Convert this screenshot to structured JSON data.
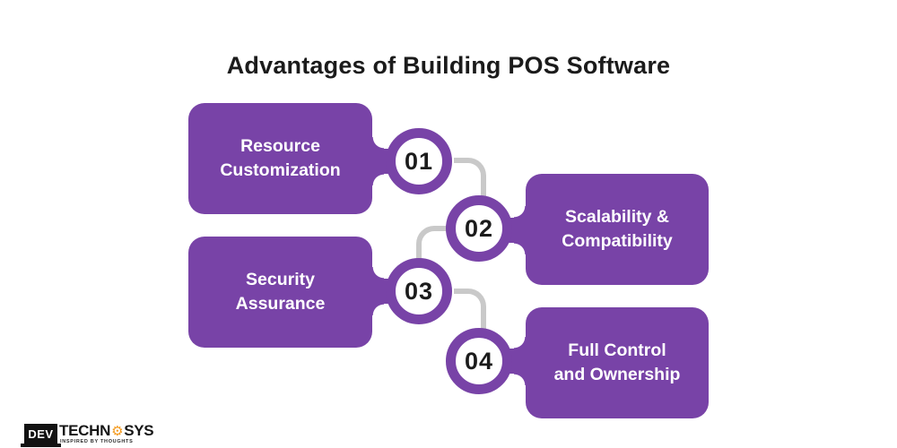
{
  "title": "Advantages of Building POS Software",
  "colors": {
    "purple": "#7843A7",
    "connector_gray": "#C9C9C9",
    "title_text": "#1B1B1B",
    "card_text": "#FFFFFF",
    "badge_number": "#1B1B1B",
    "logo_orange": "#F49A1D",
    "logo_black": "#121212"
  },
  "items": [
    {
      "number": "01",
      "lines": [
        "Resource",
        "Customization"
      ]
    },
    {
      "number": "02",
      "lines": [
        "Scalability &",
        "Compatibility"
      ]
    },
    {
      "number": "03",
      "lines": [
        "Security",
        "Assurance"
      ]
    },
    {
      "number": "04",
      "lines": [
        "Full Control",
        "and Ownership"
      ]
    }
  ],
  "logo": {
    "monitor_text": "DEV",
    "brand_part1": "TECHN",
    "gear_icon": "⚙",
    "brand_part2": "SYS",
    "tagline": "INSPIRED BY THOUGHTS"
  }
}
